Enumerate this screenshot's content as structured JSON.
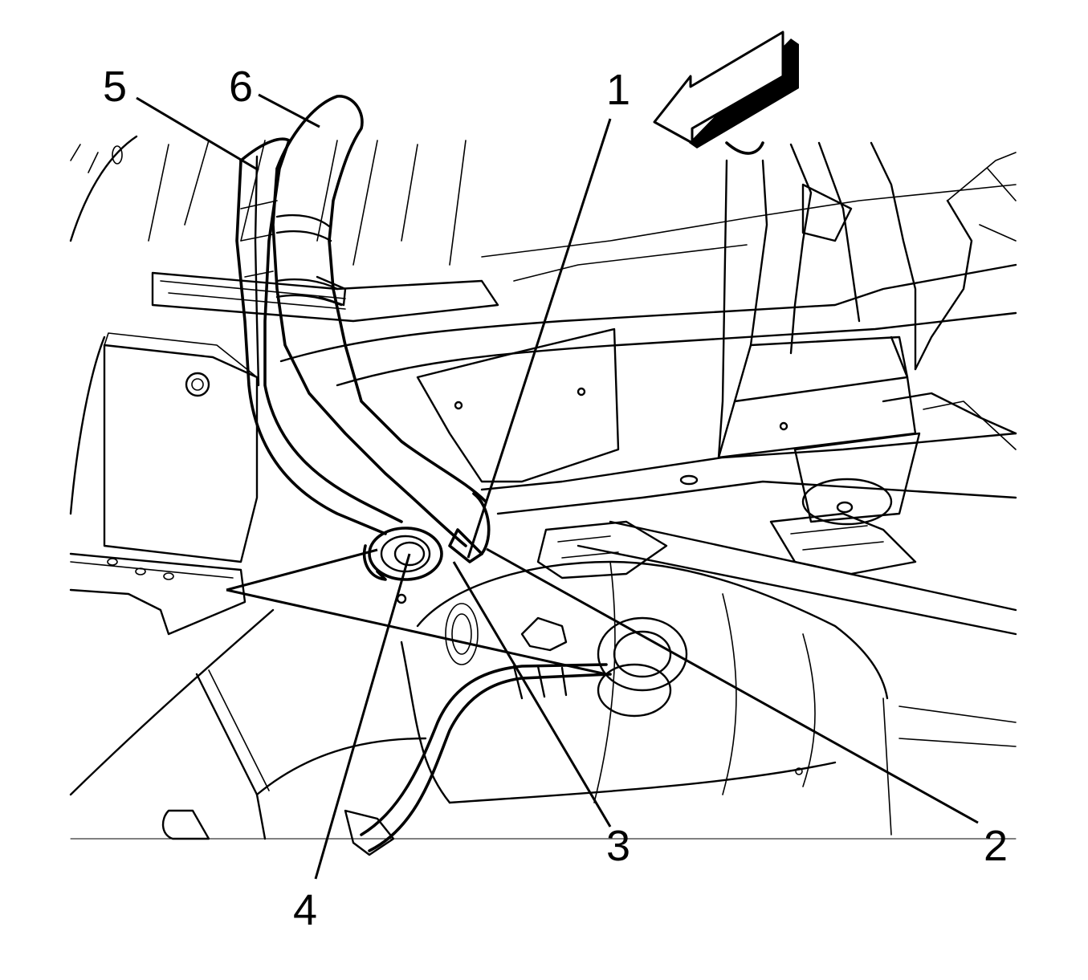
{
  "figure": {
    "callouts": [
      {
        "id": "1",
        "text": "1"
      },
      {
        "id": "2",
        "text": "2"
      },
      {
        "id": "3",
        "text": "3"
      },
      {
        "id": "4",
        "text": "4"
      },
      {
        "id": "5",
        "text": "5"
      },
      {
        "id": "6",
        "text": "6"
      }
    ],
    "direction_arrow": {
      "icon": "direction-arrow-icon",
      "meaning": "forward"
    },
    "colors": {
      "ink": "#000000",
      "background": "#ffffff"
    }
  }
}
